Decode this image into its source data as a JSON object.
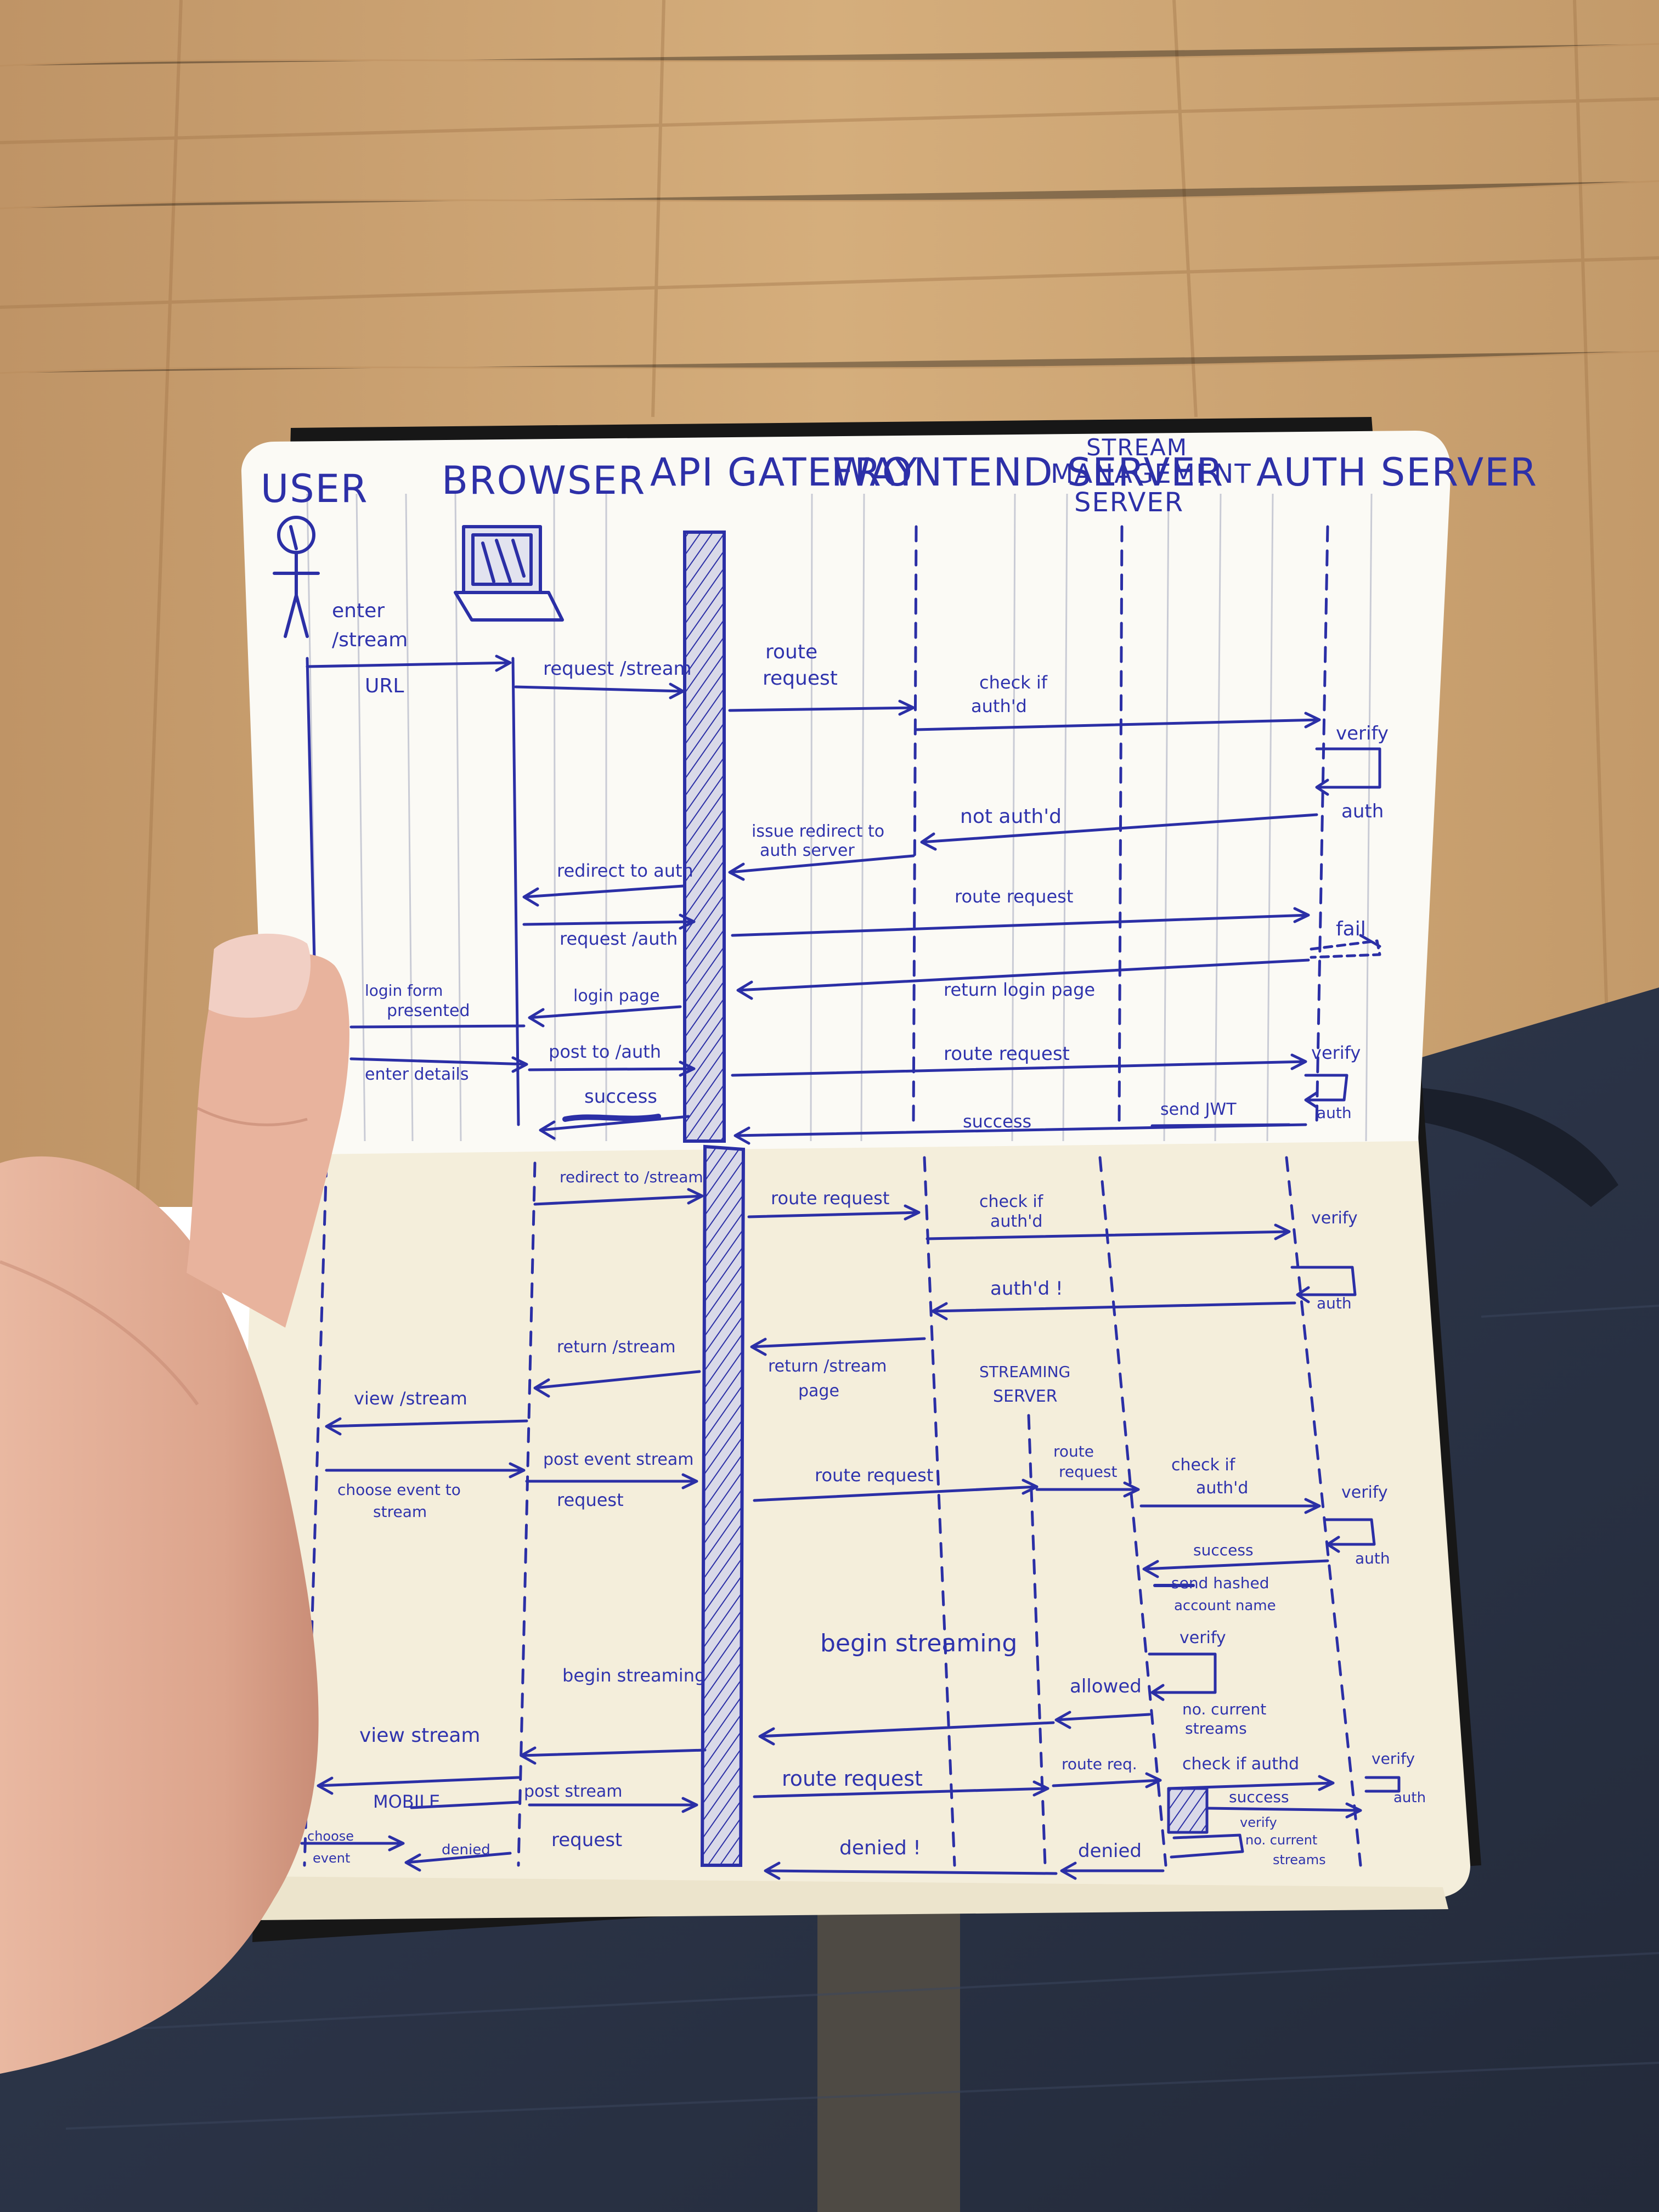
{
  "header": {
    "user": "USER",
    "browser": "BROWSER",
    "api_gateway": "API GATEWAY",
    "frontend_server": "FRONTEND SERVER",
    "stream_management_server": [
      "STREAM",
      "MANAGEMENT",
      "SERVER"
    ],
    "auth_server": "AUTH SERVER"
  },
  "top_page": {
    "enter_stream_url": [
      "enter",
      "/stream",
      "URL"
    ],
    "request_stream": "request /stream",
    "route_request_1": [
      "route",
      "request"
    ],
    "check_if_authd_1": [
      "check if",
      "auth'd"
    ],
    "verify_1": "verify",
    "auth_1": "auth",
    "not_authd": "not auth'd",
    "issue_redirect": [
      "issue redirect to",
      "auth server"
    ],
    "redirect_to_auth": "redirect to auth",
    "route_request_2": "route request",
    "request_auth": "request /auth",
    "fail": "fail",
    "return_login_page": "return login page",
    "login_page": "login page",
    "login_form_presented": [
      "login form",
      "presented"
    ],
    "enter_details": "enter details",
    "post_to_auth": "post to /auth",
    "route_request_3": "route request",
    "verify_2": "verify",
    "auth_2": "auth",
    "send_jwt": "send JWT",
    "success_1": "success",
    "success_2": "success"
  },
  "bottom_page": {
    "redirect_to_stream": "redirect to /stream",
    "route_request_4": "route request",
    "check_if_authd_2": [
      "check if",
      "auth'd"
    ],
    "verify_3": "verify",
    "auth_3": "auth",
    "authd": "auth'd !",
    "return_stream_1": "return /stream",
    "return_stream_page": [
      "return /stream",
      "page"
    ],
    "view_stream_1": "view /stream",
    "streaming_server": [
      "STREAMING",
      "SERVER"
    ],
    "choose_event": [
      "choose event to",
      "stream"
    ],
    "post_event_stream": [
      "post event stream",
      "request"
    ],
    "route_request_5": "route request",
    "route_request_6": [
      "route",
      "request"
    ],
    "check_if_authd_3": [
      "check if",
      "auth'd"
    ],
    "verify_4": "verify",
    "auth_4": "auth",
    "success_3": "success",
    "send_hashed": [
      "send hashed",
      "account name"
    ],
    "verify_5": "verify",
    "no_current_streams_1": [
      "no. current",
      "streams"
    ],
    "allowed": "allowed",
    "begin_streaming_1": "begin streaming",
    "begin_streaming_2": "begin streaming",
    "view_stream_2": "view stream",
    "mobile": "MOBILE",
    "post_stream_request": [
      "post stream",
      "request"
    ],
    "choose_event_2": [
      "choose",
      "event"
    ],
    "denied_1": "denied",
    "denied_2": "denied !",
    "denied_3": "denied",
    "route_request_7": "route request",
    "route_req": "route req.",
    "check_if_authd_4": "check if authd",
    "verify_6": "verify",
    "auth_5": "auth",
    "success_4": "success",
    "verify_no_current_streams": [
      "verify",
      "no. current",
      "streams"
    ]
  },
  "colors": {
    "ink": "#2b2fa6",
    "page_top": "#fbfaf5",
    "page_bottom": "#f4eedb",
    "floor": "#c79e6b",
    "denim": "#2a3346",
    "skin": "#e6b39b"
  }
}
